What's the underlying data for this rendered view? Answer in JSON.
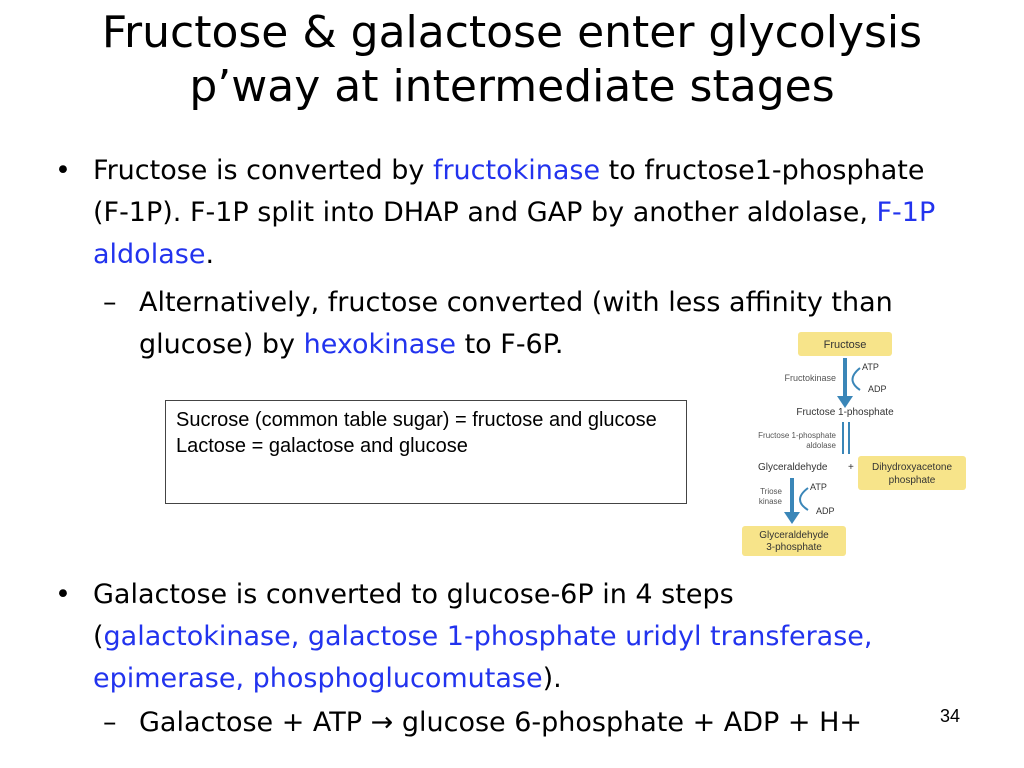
{
  "title": {
    "line1": "Fructose & galactose enter glycolysis",
    "line2": "p’way at intermediate stages"
  },
  "bullets": [
    {
      "parts": [
        {
          "text": "Fructose is converted by ",
          "enzyme": false
        },
        {
          "text": "fructokinase",
          "enzyme": true
        },
        {
          "text": " to fructose1-phosphate (F-1P). F-1P split into DHAP and GAP by another aldolase, ",
          "enzyme": false
        },
        {
          "text": "F-1P aldolase",
          "enzyme": true
        },
        {
          "text": ".",
          "enzyme": false
        }
      ],
      "sub": [
        {
          "text": "Alternatively, fructose converted (with less affinity than glucose) by ",
          "enzyme": false
        },
        {
          "text": "hexokinase",
          "enzyme": true
        },
        {
          "text": " to F-6P.",
          "enzyme": false
        }
      ]
    },
    {
      "parts": [
        {
          "text": "Galactose is converted to glucose-6P in 4 steps (",
          "enzyme": false
        },
        {
          "text": "galactokinase, galactose 1-phosphate uridyl transferase, epimerase, phosphoglucomutase",
          "enzyme": true
        },
        {
          "text": ").",
          "enzyme": false
        }
      ],
      "sub": [
        {
          "text": "Galactose + ATP → glucose 6-phosphate + ADP + H+",
          "enzyme": false
        }
      ]
    }
  ],
  "note_box": {
    "line1": "Sucrose (common table sugar) = fructose and glucose",
    "line2": "Lactose = galactose and glucose"
  },
  "page_number": "34",
  "diagram": {
    "fructose": "Fructose",
    "atp1": "ATP",
    "adp1": "ADP",
    "fructokinase": "Fructokinase",
    "f1p": "Fructose 1-phosphate",
    "aldolase1": "Fructose 1-phosphate",
    "aldolase2": "aldolase",
    "glyceraldehyde": "Glyceraldehyde",
    "plus": "+",
    "dhap1": "Dihydroxyacetone",
    "dhap2": "phosphate",
    "triose1": "Triose",
    "triose2": "kinase",
    "atp2": "ATP",
    "adp2": "ADP",
    "gap1": "Glyceraldehyde",
    "gap2": "3-phosphate",
    "box_color": "#f7e48a",
    "arrow_color": "#3a86b8"
  }
}
